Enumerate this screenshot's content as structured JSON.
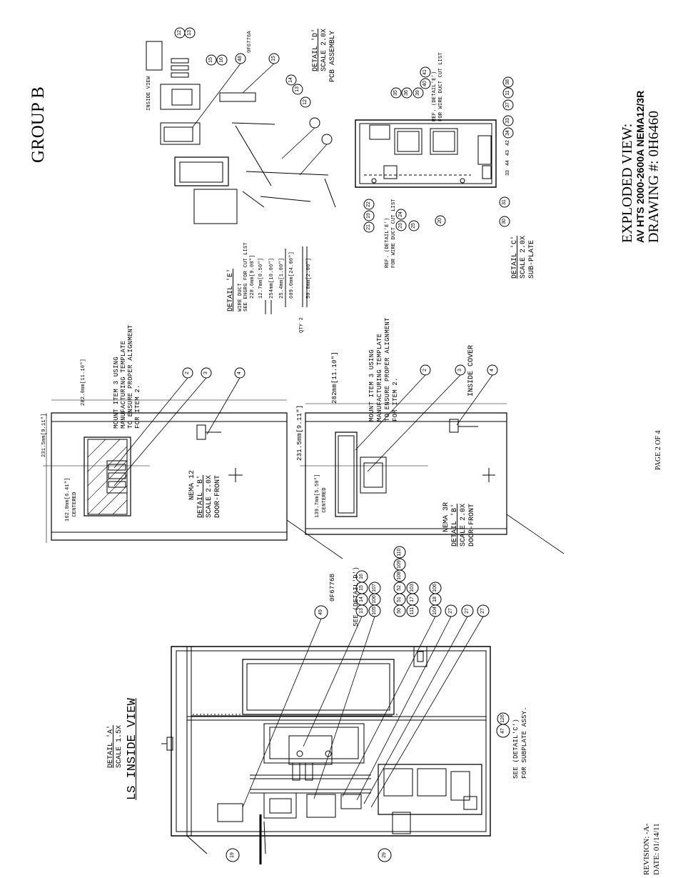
{
  "group": "GROUP B",
  "titleBlock": {
    "title": "EXPLODED VIEW:",
    "model_prefix": "AV HTS",
    "model": "AV HTS 2000-2600A NEMA12/3R",
    "drawing_label": "DRAWING #:",
    "drawing_number": "0H6460"
  },
  "page": "PAGE 2 OF 4",
  "revision": {
    "label": "REVISION: -A-",
    "date": "DATE: 01/14/11"
  },
  "detailA": {
    "name": "DETAIL 'A'",
    "scale": "SCALE 1.5X",
    "title": "LS INSIDE VIEW"
  },
  "detailB12": {
    "nema": "NEMA 12",
    "name": "DETAIL 'B'",
    "scale": "SCALE 2.0X",
    "view": "DOOR-FRONT",
    "dim_top": "231.5mm[9.11\"]",
    "dim_right": "282.0mm[11.10\"]",
    "dim_left": "162.8mm[6.41\"] CENTERED",
    "note": [
      "MOUNT ITEM 3 USING",
      "MANUFACTURING TEMPLATE",
      "TO ENSURE PROPER ALIGNMENT",
      "FOR ITEM 2."
    ]
  },
  "detailB3R": {
    "nema": "NEMA 3R",
    "name": "DETAIL 'B'",
    "scale": "SCALE 2.0X",
    "view": "DOOR-FRONT",
    "dim_top": "231.5mm[9.11\"]",
    "dim_right": "282mm[11.10\"]",
    "dim_left": "139.7mm[5.50\"] CENTERED",
    "note": [
      "MOUNT ITEM 3 USING",
      "MANUFACTURING TEMPLATE",
      "TO ENSURE PROPER ALIGNMENT",
      "FOR ITEM 2."
    ],
    "inside_cover": "INSIDE COVER"
  },
  "detailC": {
    "name": "DETAIL 'C'",
    "scale": "SCALE 2.0X",
    "view": "SUB-PLATE",
    "ref_e": [
      "REF. (DETAIL'E')",
      "FOR WIRE DUCT CUT LIST"
    ]
  },
  "detailD": {
    "name": "DETAIL 'D'",
    "scale": "SCALE 2.0X",
    "view": "PCB ASSEMBLY",
    "inside_view": "INSIDE VIEW",
    "part": "0F6776A"
  },
  "detailE": {
    "name": "DETAIL 'E'",
    "lines": [
      "WIRE DUCT",
      "SEE ENGRG FOR CUT LIST"
    ],
    "dims": [
      "228.6mm[9.00\"]",
      "12.7mm[0.50\"]",
      "254mm[10.00\"]",
      "25.4mm[1.00\"]",
      "609.6mm[24.00\"]",
      "50.8mm[2.00\"]"
    ],
    "qty": "QTY 2"
  },
  "notes": {
    "see_d": "SEE (DETAIL'D')",
    "see_c": [
      "SEE (DETAIL'C')",
      "FOR SUBPLATE ASSY."
    ],
    "part_49": "0F6776B",
    "ref_e_d": [
      "REF. (DETAIL'E')",
      "FOR WIRE DUCT CUT LIST"
    ]
  },
  "balloons": {
    "a": [
      "19",
      "29",
      "47",
      "126",
      "49",
      "13",
      "14",
      "15",
      "16",
      "105",
      "106",
      "107",
      "50",
      "51",
      "52",
      "108",
      "109",
      "110",
      "111",
      "17",
      "103",
      "104",
      "18",
      "106",
      "27",
      "27",
      "27"
    ],
    "b12": [
      "2",
      "3",
      "4"
    ],
    "b3r": [
      "2",
      "3",
      "4"
    ],
    "c": [
      "35",
      "36",
      "39",
      "40",
      "41",
      "38",
      "11",
      "37",
      "33",
      "34",
      "30",
      "31",
      "20",
      "21",
      "19",
      "22",
      "23",
      "24",
      "25",
      "42",
      "43",
      "44",
      "33"
    ],
    "d": [
      "12",
      "13",
      "15",
      "16",
      "48",
      "15",
      "14",
      "13",
      "12"
    ]
  }
}
